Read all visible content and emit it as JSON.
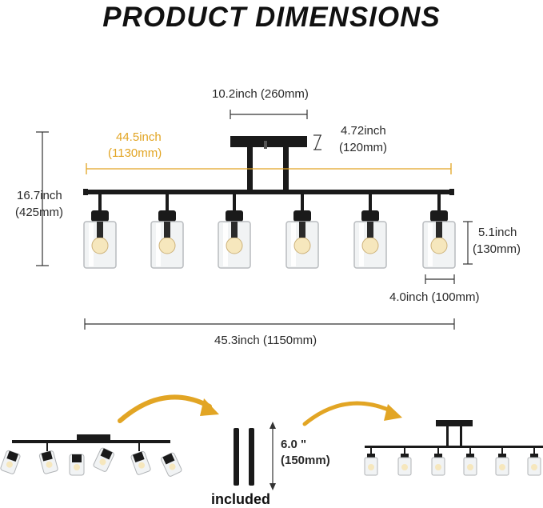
{
  "title": "PRODUCT DIMENSIONS",
  "dimensions": {
    "canopy_width": "10.2inch (260mm)",
    "canopy_height_in": "4.72inch",
    "canopy_height_mm": "(120mm)",
    "bar_length_in": "44.5inch",
    "bar_length_mm": "(1130mm)",
    "total_height_in": "16.7inch",
    "total_height_mm": "(425mm)",
    "shade_height_in": "5.1inch",
    "shade_height_mm": "(130mm)",
    "shade_width": "4.0inch (100mm)",
    "overall_length": "45.3inch (1150mm)"
  },
  "rods": {
    "length_in": "6.0 \"",
    "length_mm": "(150mm)",
    "label": "included"
  },
  "colors": {
    "accent": "#e2a524",
    "fixture": "#1a1a1a",
    "dimension_line": "#333333"
  }
}
